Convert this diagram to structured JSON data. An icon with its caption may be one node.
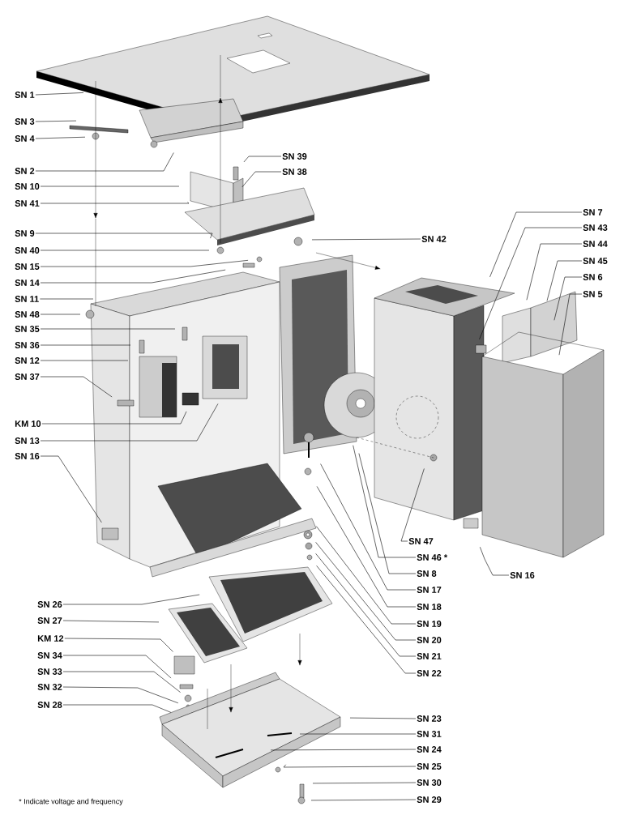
{
  "diagram": {
    "nodes": [
      {
        "text": [
          "SN 1"
        ]
      },
      {
        "text": [
          "SN 3"
        ]
      },
      {
        "text": [
          "SN 4"
        ]
      },
      {
        "text": [
          "SN 2"
        ]
      },
      {
        "text": [
          "SN 39"
        ]
      },
      {
        "text": [
          "SN 38"
        ]
      },
      {
        "text": [
          "SN 10"
        ]
      },
      {
        "text": [
          "SN 41"
        ]
      },
      {
        "text": [
          "SN 7"
        ]
      },
      {
        "text": [
          "SN 43"
        ]
      },
      {
        "text": [
          "SN 9"
        ]
      },
      {
        "text": [
          "SN 42"
        ]
      },
      {
        "text": [
          "SN 44"
        ]
      },
      {
        "text": [
          "SN 40"
        ]
      },
      {
        "text": [
          "SN 45"
        ]
      },
      {
        "text": [
          "SN 15"
        ]
      },
      {
        "text": [
          "SN 6"
        ]
      },
      {
        "text": [
          "SN 14"
        ]
      },
      {
        "text": [
          "SN 5"
        ]
      },
      {
        "text": [
          "SN 11"
        ]
      },
      {
        "text": [
          "SN 48"
        ]
      },
      {
        "text": [
          "SN 35"
        ]
      },
      {
        "text": [
          "SN 36"
        ]
      },
      {
        "text": [
          "SN 12"
        ]
      },
      {
        "text": [
          "SN 37"
        ]
      },
      {
        "text": [
          "KM 10"
        ]
      },
      {
        "text": [
          "SN 13"
        ]
      },
      {
        "text": [
          "SN 16"
        ]
      },
      {
        "text": [
          "SN 47"
        ]
      },
      {
        "text": [
          "SN 46 *"
        ]
      },
      {
        "text": [
          "SN 8"
        ]
      },
      {
        "text": [
          "SN 16"
        ]
      },
      {
        "text": [
          "SN 17"
        ]
      },
      {
        "text": [
          "SN 26"
        ]
      },
      {
        "text": [
          "SN 18"
        ]
      },
      {
        "text": [
          "SN 27"
        ]
      },
      {
        "text": [
          "SN 19"
        ]
      },
      {
        "text": [
          "KM 12"
        ]
      },
      {
        "text": [
          "SN 20"
        ]
      },
      {
        "text": [
          "SN 34"
        ]
      },
      {
        "text": [
          "SN 21"
        ]
      },
      {
        "text": [
          "SN 33"
        ]
      },
      {
        "text": [
          "SN 22"
        ]
      },
      {
        "text": [
          "SN 32"
        ]
      },
      {
        "text": [
          "SN 28"
        ]
      },
      {
        "text": [
          "SN 23"
        ]
      },
      {
        "text": [
          "SN 31"
        ]
      },
      {
        "text": [
          "SN 24"
        ]
      },
      {
        "text": [
          "SN 25"
        ]
      },
      {
        "text": [
          "SN 30"
        ]
      },
      {
        "text": [
          "SN 29"
        ]
      }
    ],
    "edges": [
      {
        "from": 0,
        "to": null,
        "arrow": "none"
      },
      {
        "from": 1,
        "to": null,
        "arrow": "none"
      },
      {
        "from": 2,
        "to": null,
        "arrow": "none"
      },
      {
        "from": 3,
        "to": null,
        "arrow": "none"
      },
      {
        "from": 4,
        "to": null,
        "arrow": "none"
      },
      {
        "from": 5,
        "to": null,
        "arrow": "none"
      },
      {
        "from": 6,
        "to": null,
        "arrow": "none"
      },
      {
        "from": 7,
        "to": null,
        "arrow": "none"
      },
      {
        "from": 8,
        "to": null,
        "arrow": "none"
      },
      {
        "from": 9,
        "to": null,
        "arrow": "none"
      },
      {
        "from": 10,
        "to": null,
        "arrow": "none"
      },
      {
        "from": 11,
        "to": null,
        "arrow": "none"
      },
      {
        "from": 12,
        "to": null,
        "arrow": "none"
      },
      {
        "from": 13,
        "to": null,
        "arrow": "none"
      },
      {
        "from": 14,
        "to": null,
        "arrow": "none"
      },
      {
        "from": 15,
        "to": null,
        "arrow": "none"
      },
      {
        "from": 16,
        "to": null,
        "arrow": "none"
      },
      {
        "from": 17,
        "to": null,
        "arrow": "none"
      },
      {
        "from": 18,
        "to": null,
        "arrow": "none"
      },
      {
        "from": 19,
        "to": null,
        "arrow": "none"
      },
      {
        "from": 20,
        "to": null,
        "arrow": "none"
      },
      {
        "from": 21,
        "to": null,
        "arrow": "none"
      },
      {
        "from": 22,
        "to": null,
        "arrow": "none"
      },
      {
        "from": 23,
        "to": null,
        "arrow": "none"
      },
      {
        "from": 24,
        "to": null,
        "arrow": "none"
      },
      {
        "from": 25,
        "to": null,
        "arrow": "none"
      },
      {
        "from": 26,
        "to": null,
        "arrow": "none"
      },
      {
        "from": 27,
        "to": null,
        "arrow": "none"
      },
      {
        "from": 28,
        "to": null,
        "arrow": "none"
      },
      {
        "from": 29,
        "to": null,
        "arrow": "none"
      },
      {
        "from": 30,
        "to": null,
        "arrow": "none"
      },
      {
        "from": 31,
        "to": null,
        "arrow": "none"
      },
      {
        "from": 32,
        "to": null,
        "arrow": "none"
      },
      {
        "from": 33,
        "to": null,
        "arrow": "none"
      },
      {
        "from": 34,
        "to": null,
        "arrow": "none"
      },
      {
        "from": 35,
        "to": null,
        "arrow": "none"
      },
      {
        "from": 36,
        "to": null,
        "arrow": "none"
      },
      {
        "from": 37,
        "to": null,
        "arrow": "none"
      },
      {
        "from": 38,
        "to": null,
        "arrow": "none"
      },
      {
        "from": 39,
        "to": null,
        "arrow": "none"
      },
      {
        "from": 40,
        "to": null,
        "arrow": "none"
      },
      {
        "from": 41,
        "to": null,
        "arrow": "none"
      },
      {
        "from": 42,
        "to": null,
        "arrow": "none"
      },
      {
        "from": 43,
        "to": null,
        "arrow": "none"
      },
      {
        "from": 44,
        "to": null,
        "arrow": "none"
      },
      {
        "from": 45,
        "to": null,
        "arrow": "none"
      },
      {
        "from": 46,
        "to": null,
        "arrow": "none"
      },
      {
        "from": 47,
        "to": null,
        "arrow": "none"
      },
      {
        "from": 48,
        "to": null,
        "arrow": "none"
      },
      {
        "from": 49,
        "to": null,
        "arrow": "none"
      },
      {
        "from": 50,
        "to": null,
        "arrow": "none"
      }
    ],
    "labels": [
      "* Indicate voltage and frequency"
    ]
  }
}
